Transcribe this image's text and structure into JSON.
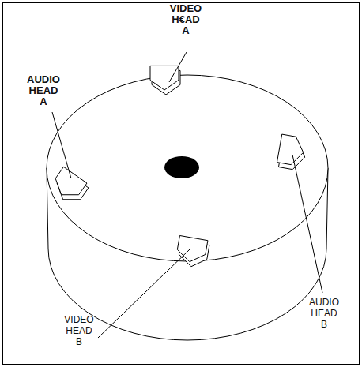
{
  "diagram": {
    "labels": [
      "VIDEO H€AD A",
      "AUDIO HEAD A",
      "AUDIO HEAD B",
      "VIDEO HEAD B"
    ]
  }
}
